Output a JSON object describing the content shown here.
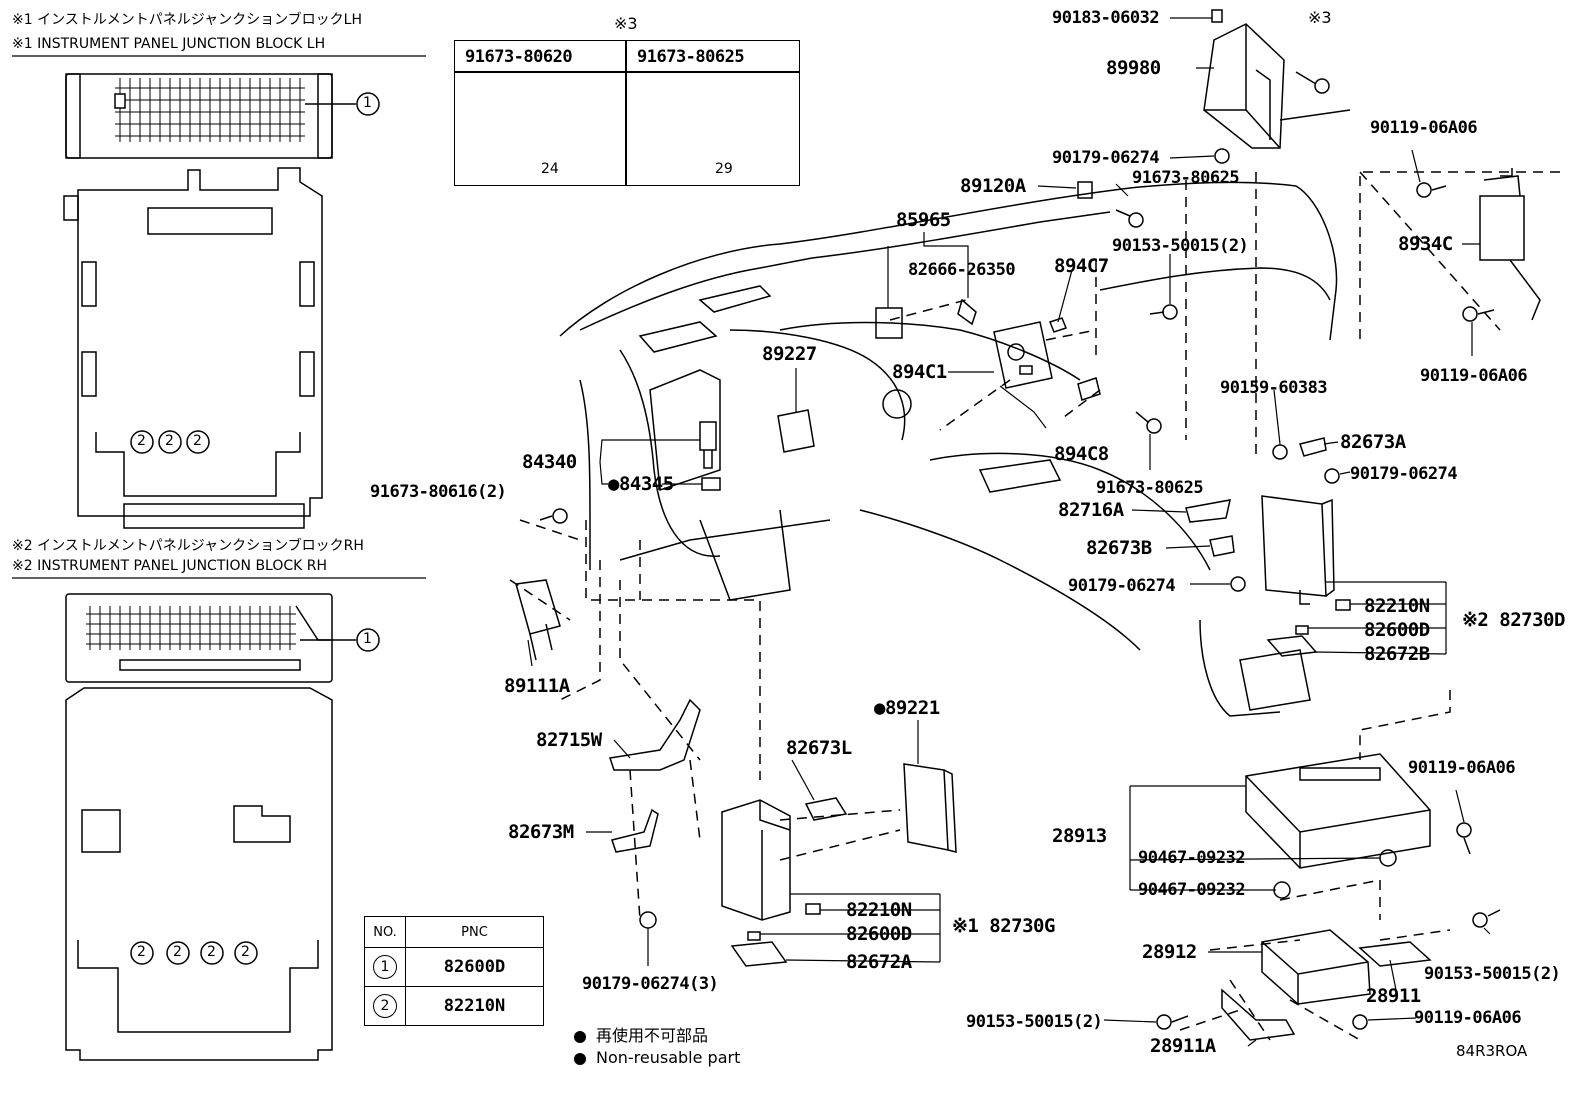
{
  "headers": {
    "lh_jp": "※1 インストルメントパネルジャンクションブロックLH",
    "lh_en": "※1 INSTRUMENT PANEL JUNCTION BLOCK LH",
    "rh_jp": "※2 インストルメントパネルジャンクションブロックRH",
    "rh_en": "※2 INSTRUMENT PANEL JUNCTION BLOCK RH"
  },
  "bolt_table": {
    "title": "※3",
    "col1_part": "91673-80620",
    "col2_part": "91673-80625",
    "col1_len": "24",
    "col2_len": "29"
  },
  "pnc_table": {
    "col_no": "NO.",
    "col_pnc": "PNC",
    "rows": [
      {
        "no": "1",
        "pnc": "82600D"
      },
      {
        "no": "2",
        "pnc": "82210N"
      }
    ]
  },
  "junction_callouts": {
    "lh_top": "1",
    "rh_top": "1",
    "lh_bottom": [
      "2",
      "2",
      "2"
    ],
    "rh_bottom": [
      "2",
      "2",
      "2",
      "2"
    ]
  },
  "labels": {
    "p90183": "90183-06032",
    "note3": "※3",
    "p89980": "89980",
    "p90179a": "90179-06274",
    "p90119a": "90119-06A06",
    "p89120A": "89120A",
    "p91673a": "91673-80625",
    "p85965": "85965",
    "p90153a": "90153-50015(2)",
    "p8934C": "8934C",
    "p82666": "82666-26350",
    "p894C7": "894C7",
    "p90119b": "90119-06A06",
    "p89227": "89227",
    "p894C1": "894C1",
    "p90159": "90159-60383",
    "p82673A": "82673A",
    "p84340": "84340",
    "p894C8": "894C8",
    "p90179b": "90179-06274",
    "p84345": "●84345",
    "p91673b": "91673-80625",
    "p91673c": "91673-80616(2)",
    "p82716A": "82716A",
    "p82673B": "82673B",
    "p90179c": "90179-06274",
    "p82210N_r": "82210N",
    "p82600D_r": "82600D",
    "p82672B": "82672B",
    "p82730D": "※2 82730D",
    "p89111A": "89111A",
    "p89221": "●89221",
    "p82715W": "82715W",
    "p82673L": "82673L",
    "p90119c": "90119-06A06",
    "p28913": "28913",
    "p82673M": "82673M",
    "p90467a": "90467-09232",
    "p90467b": "90467-09232",
    "p82210N_l": "82210N",
    "p82730G": "※1 82730G",
    "p82600D_l": "82600D",
    "p82672A": "82672A",
    "p28912": "28912",
    "p90153b": "90153-50015(2)",
    "p28911": "28911",
    "p90179d": "90179-06274(3)",
    "p90153c": "90153-50015(2)",
    "p90119d": "90119-06A06",
    "p28911A": "28911A"
  },
  "legend": {
    "jp": "再使用不可部品",
    "en": "Non-reusable part"
  },
  "diagram_code": "84R3ROA"
}
